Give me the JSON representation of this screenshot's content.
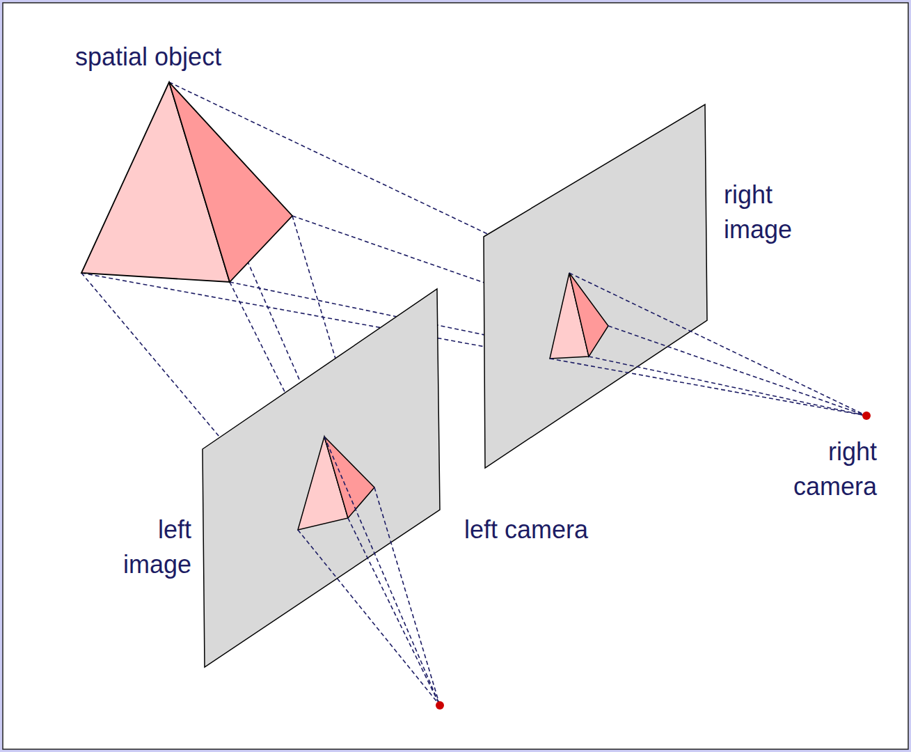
{
  "diagram": {
    "labels": [
      "spatial object",
      "right image",
      "right camera",
      "left image",
      "left camera"
    ]
  }
}
